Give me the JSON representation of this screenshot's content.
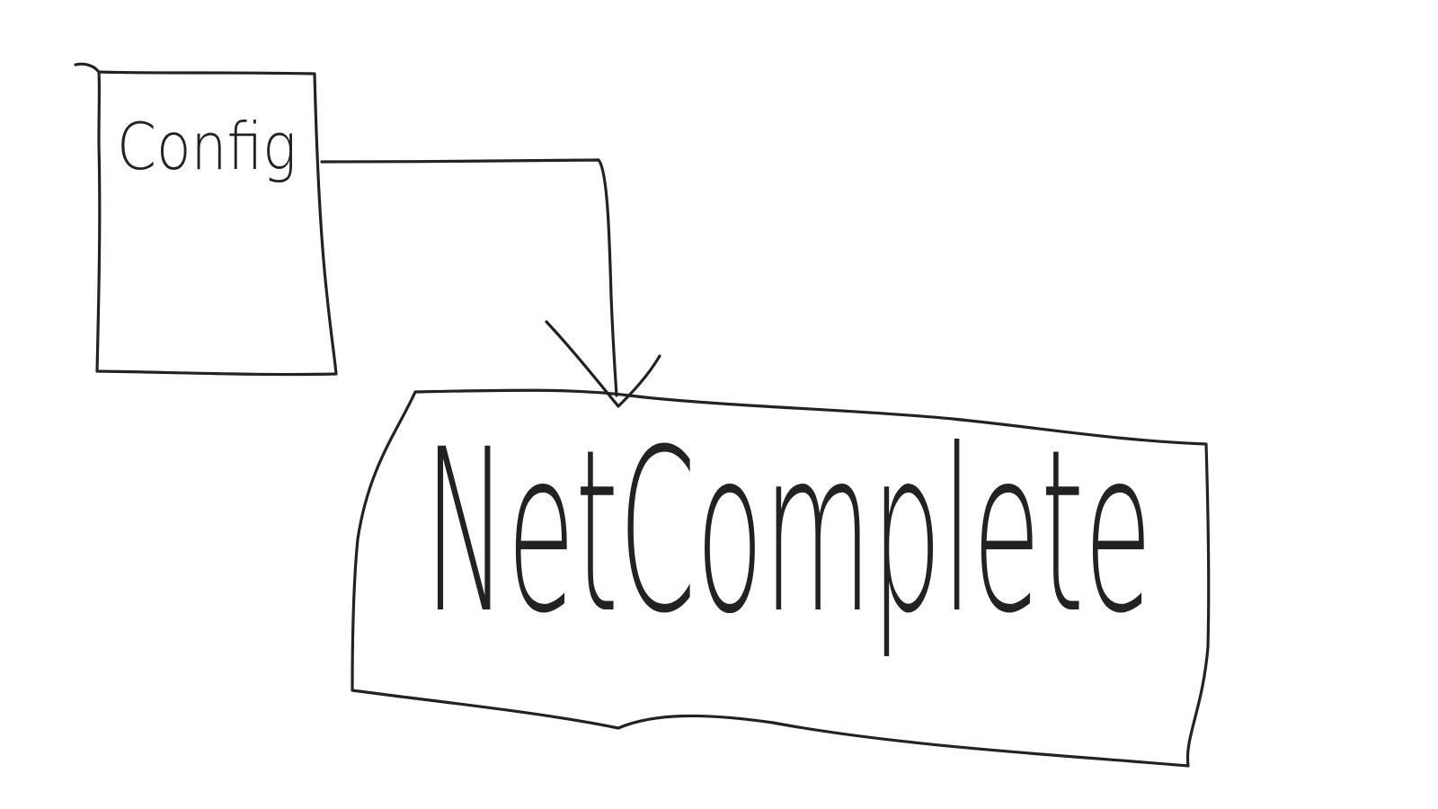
{
  "colors": {
    "ink": "#222222",
    "paper": "#ffffff"
  },
  "nodes": [
    {
      "id": "config",
      "label": "Config"
    },
    {
      "id": "netcomplete",
      "label": "NetComplete"
    }
  ],
  "edges": [
    {
      "from": "config",
      "to": "netcomplete",
      "arrow": "arrowhead"
    }
  ]
}
